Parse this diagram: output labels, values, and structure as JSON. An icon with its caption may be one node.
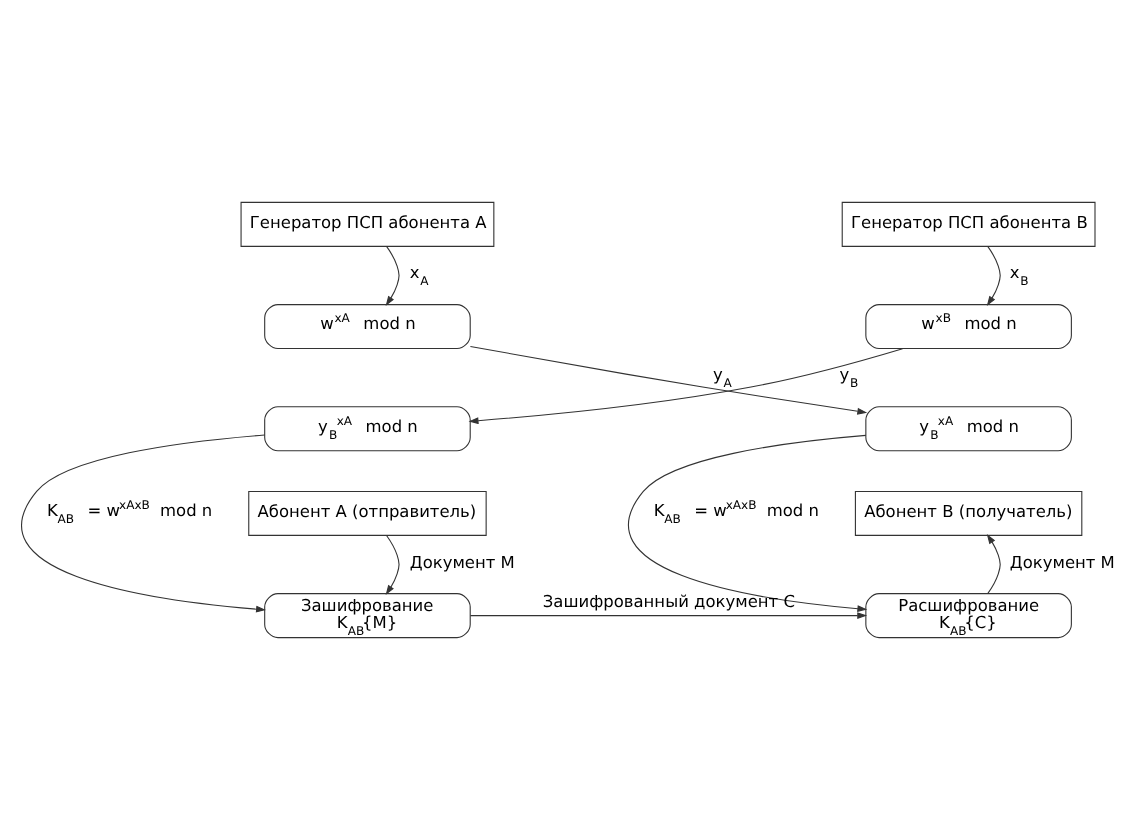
{
  "diagram": {
    "nodes": [
      {
        "text": [
          "Генератор ПСП абонента A"
        ]
      },
      {
        "text": [
          "Генератор ПСП абонента B"
        ]
      },
      {
        "text": [
          "w$^{xA}$ mod n"
        ]
      },
      {
        "text": [
          "w$^{xB}$ mod n"
        ]
      },
      {
        "text": [
          "y$_{B}$$^{xA}$ mod n"
        ]
      },
      {
        "text": [
          "y$_{B}$$^{xA}$ mod n"
        ]
      },
      {
        "text": [
          "Абонент A (отправитель)"
        ]
      },
      {
        "text": [
          "Абонент B (получатель)"
        ]
      },
      {
        "text": [
          "Зашифрование",
          "K$_{AB}${M}"
        ]
      },
      {
        "text": [
          "Расшифрование",
          "K$_{AB}${C}"
        ]
      }
    ],
    "edges": [
      {
        "from": 0,
        "to": 2,
        "arrow": "to",
        "label": "x$_{A}$"
      },
      {
        "from": 1,
        "to": 3,
        "arrow": "to",
        "label": "x$_{B}$"
      },
      {
        "from": 2,
        "to": 5,
        "arrow": "to",
        "label": "y$_{A}$"
      },
      {
        "from": 3,
        "to": 4,
        "arrow": "to",
        "label": "y$_{B}$"
      },
      {
        "from": 4,
        "to": 8,
        "arrow": "to",
        "label": "K$_{AB}$ = w$^{xAxB}$ mod n"
      },
      {
        "from": 5,
        "to": 9,
        "arrow": "to",
        "label": "K$_{AB}$ = w$^{xAxB}$ mod n"
      },
      {
        "from": 6,
        "to": 8,
        "arrow": "to",
        "label": "Документ M"
      },
      {
        "from": 9,
        "to": 7,
        "arrow": "to",
        "label": "Документ M"
      },
      {
        "from": 8,
        "to": 9,
        "arrow": "to",
        "label": "Зашифрованный документ C"
      }
    ]
  }
}
